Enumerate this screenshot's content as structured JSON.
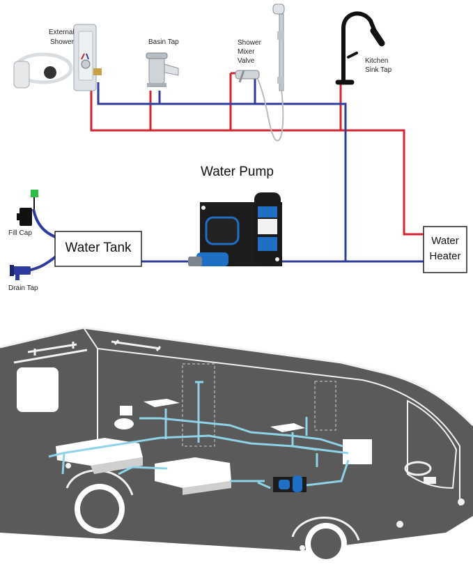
{
  "diagram_title": "Water Pump",
  "labels": {
    "external_shower": [
      "External",
      "Shower"
    ],
    "basin_tap": "Basin Tap",
    "shower_mixer": [
      "Shower",
      "Mixer",
      "Valve"
    ],
    "kitchen_tap": [
      "Kitchen",
      "Sink Tap"
    ],
    "fill_cap": "Fill Cap",
    "drain_tap": "Drain Tap",
    "water_tank": "Water Tank",
    "water_heater": [
      "Water",
      "Heater"
    ]
  },
  "colors": {
    "cold_pipe": "#2f3b9c",
    "hot_pipe": "#d42430",
    "rv_body": "#5a5a5a",
    "rv_pipe": "#8fd3e8",
    "pump_panel": "#1c1c1c",
    "pump_blue": "#1f6fc4",
    "fill_cap_green": "#2bbf4a"
  }
}
